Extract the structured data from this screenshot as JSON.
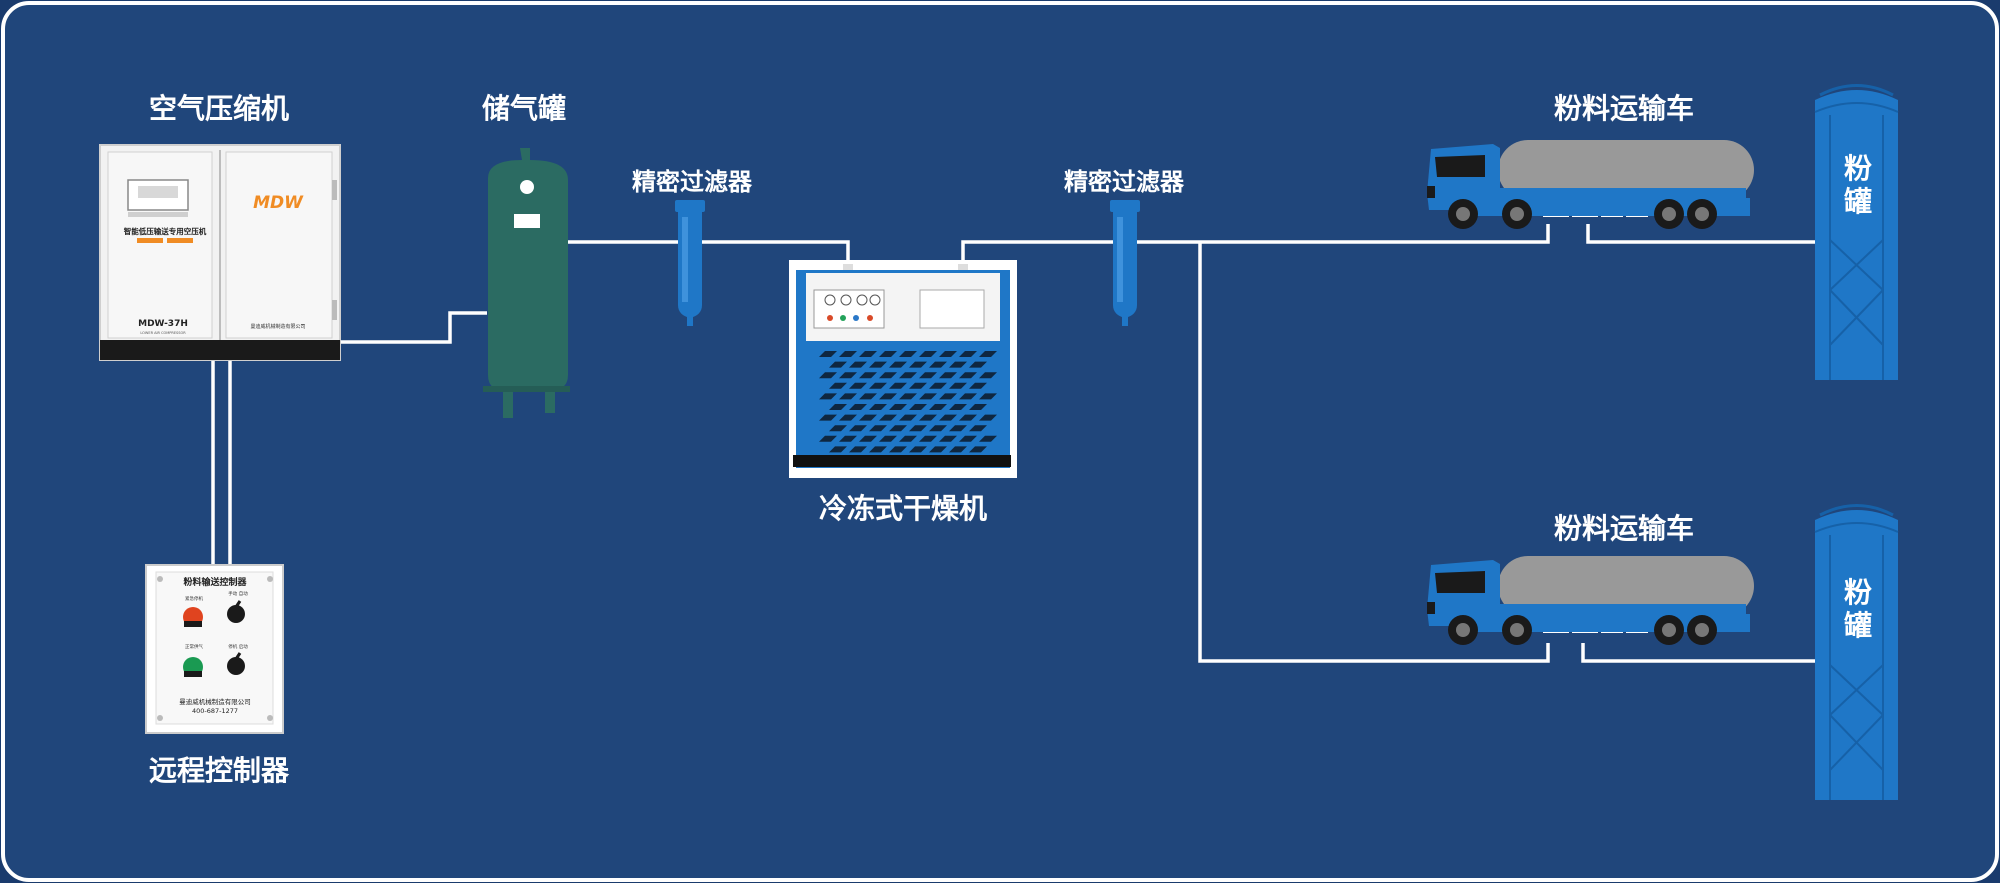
{
  "labels": {
    "compressor": "空气压缩机",
    "tank": "储气罐",
    "filter1": "精密过滤器",
    "filter2": "精密过滤器",
    "dryer": "冷冻式干燥机",
    "controller": "远程控制器",
    "truck1": "粉料运输车",
    "truck2": "粉料运输车",
    "silo1": [
      "粉",
      "罐"
    ],
    "silo2": [
      "粉",
      "罐"
    ]
  },
  "compressor_panel": {
    "brand": "MDW",
    "title": "智能低压输送专用空压机",
    "model": "MDW-37H",
    "model_sub": "LOWER AIR COMPRESSOR",
    "maker": "曼迪威机械制造有限公司"
  },
  "controller_panel": {
    "title": "粉料输送控制器",
    "btn1": "紧急停机",
    "btn2": "正常供气",
    "sw1": "手动 自动",
    "sw2": "停机 启动",
    "maker": "曼迪威机械制造有限公司",
    "phone": "400-687-1277"
  },
  "colors": {
    "background": "#1a3b6d",
    "frame": "#ffffff",
    "pipe": "#ffffff",
    "tank": "#2b6b62",
    "filter": "#1f77c7",
    "truck_cab": "#1f77c7",
    "truck_tank": "#999999",
    "silo": "#1f77c7",
    "dryer_body": "#1f77c7"
  }
}
